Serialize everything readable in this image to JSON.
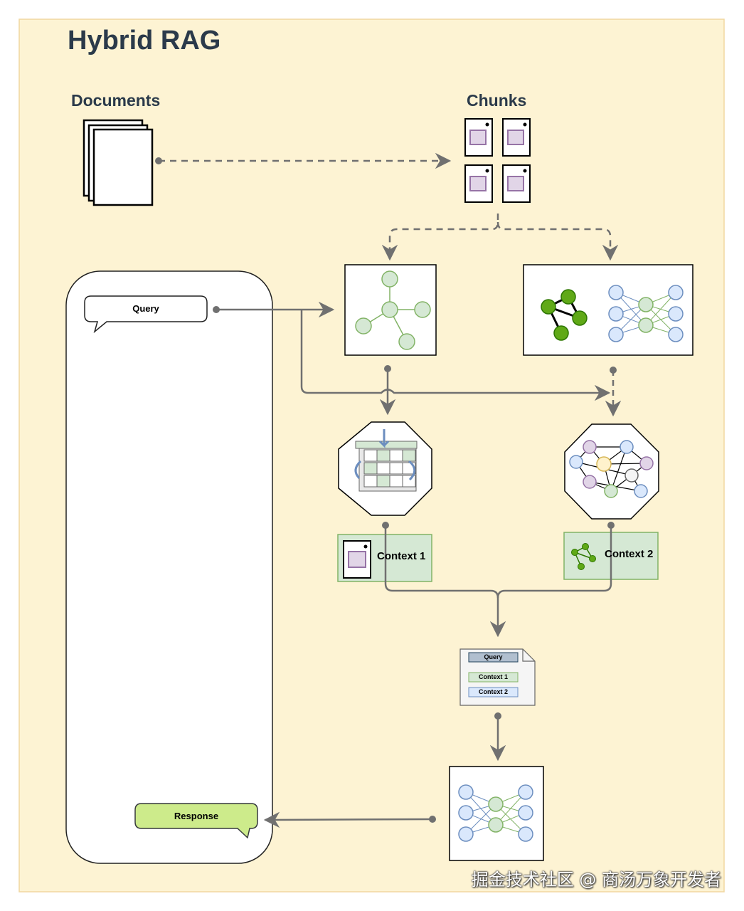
{
  "title": "Hybrid RAG",
  "labels": {
    "documents": "Documents",
    "chunks": "Chunks",
    "query": "Query",
    "response": "Response",
    "context1": "Context 1",
    "context2": "Context 2"
  },
  "prompt_doc": {
    "query": "Query",
    "context1": "Context 1",
    "context2": "Context 2"
  },
  "watermark": "掘金技术社区 @ 商汤万象开发者",
  "colors": {
    "background": "#fdf3d3",
    "border": "#f0d7a0",
    "arrow": "#707070",
    "green_node": "#d5e8d4",
    "green_dark": "#60a917",
    "blue_node": "#dae8fc",
    "purple_node": "#e1d5e7",
    "context_fill": "#d5e8d4",
    "response_fill": "#cdeb8b"
  }
}
